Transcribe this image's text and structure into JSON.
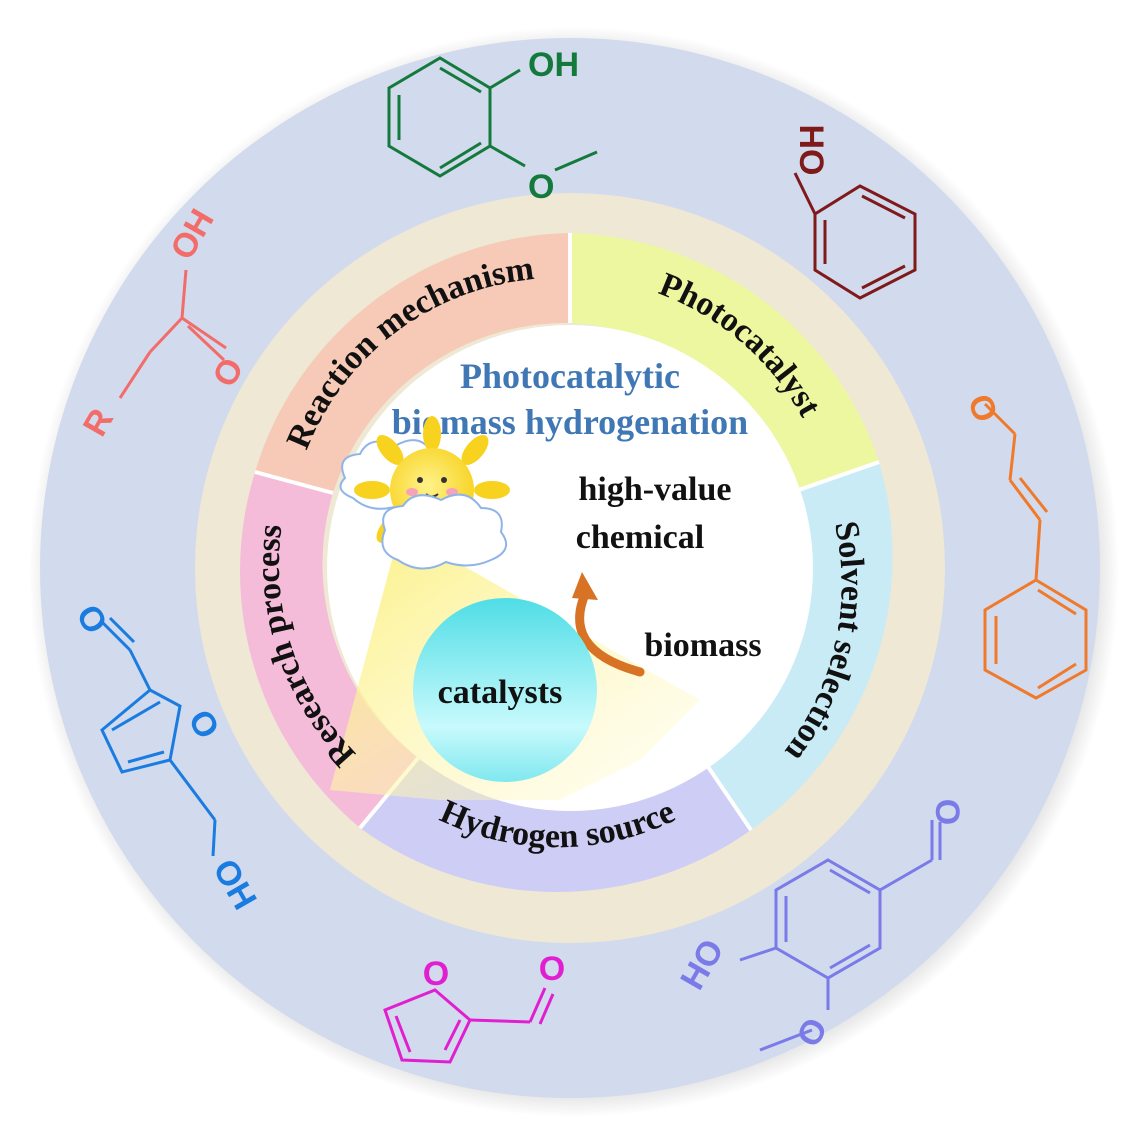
{
  "title_line1": "Photocatalytic",
  "title_line2": "biomass hydrogenation",
  "segments": {
    "reaction_mechanism": "Reaction mechanism",
    "photocatalyst": "Photocatalyst",
    "solvent_selection": "Solvent selection",
    "hydrogen_source": "Hydrogen source",
    "research_process": "Research process"
  },
  "center": {
    "product_line1": "high-value",
    "product_line2": "chemical",
    "substrate": "biomass",
    "catalyst": "catalysts"
  },
  "molecules": {
    "guaiacol": {
      "oh": "OH",
      "o": "O"
    },
    "phenol": {
      "ho": "HO"
    },
    "acid": {
      "oh": "OH",
      "o": "O",
      "r": "R"
    },
    "cinnamaldehyde": {
      "o": "O"
    },
    "hmf": {
      "o_ald": "O",
      "o_ring": "O",
      "oh": "OH"
    },
    "furfural": {
      "o_ring": "O",
      "o_ald": "O"
    },
    "vanillin": {
      "o_ald": "O",
      "ho": "HO",
      "o_meth": "O"
    }
  },
  "colors": {
    "outer_ring": "#d2daed",
    "beige_ring": "#efe8d4",
    "reaction_mechanism": "#f7c9b7",
    "photocatalyst": "#ecf7a0",
    "solvent_selection": "#c9ebf6",
    "hydrogen_source": "#cdcdf5",
    "research_process": "#f5bcd9",
    "guaiacol": "#147a3c",
    "phenol": "#7f1a1a",
    "acid": "#f26c6a",
    "cinnamaldehyde": "#f07a2c",
    "hmf": "#1a7ce0",
    "furfural": "#e020d0",
    "vanillin": "#7a7ae8"
  }
}
